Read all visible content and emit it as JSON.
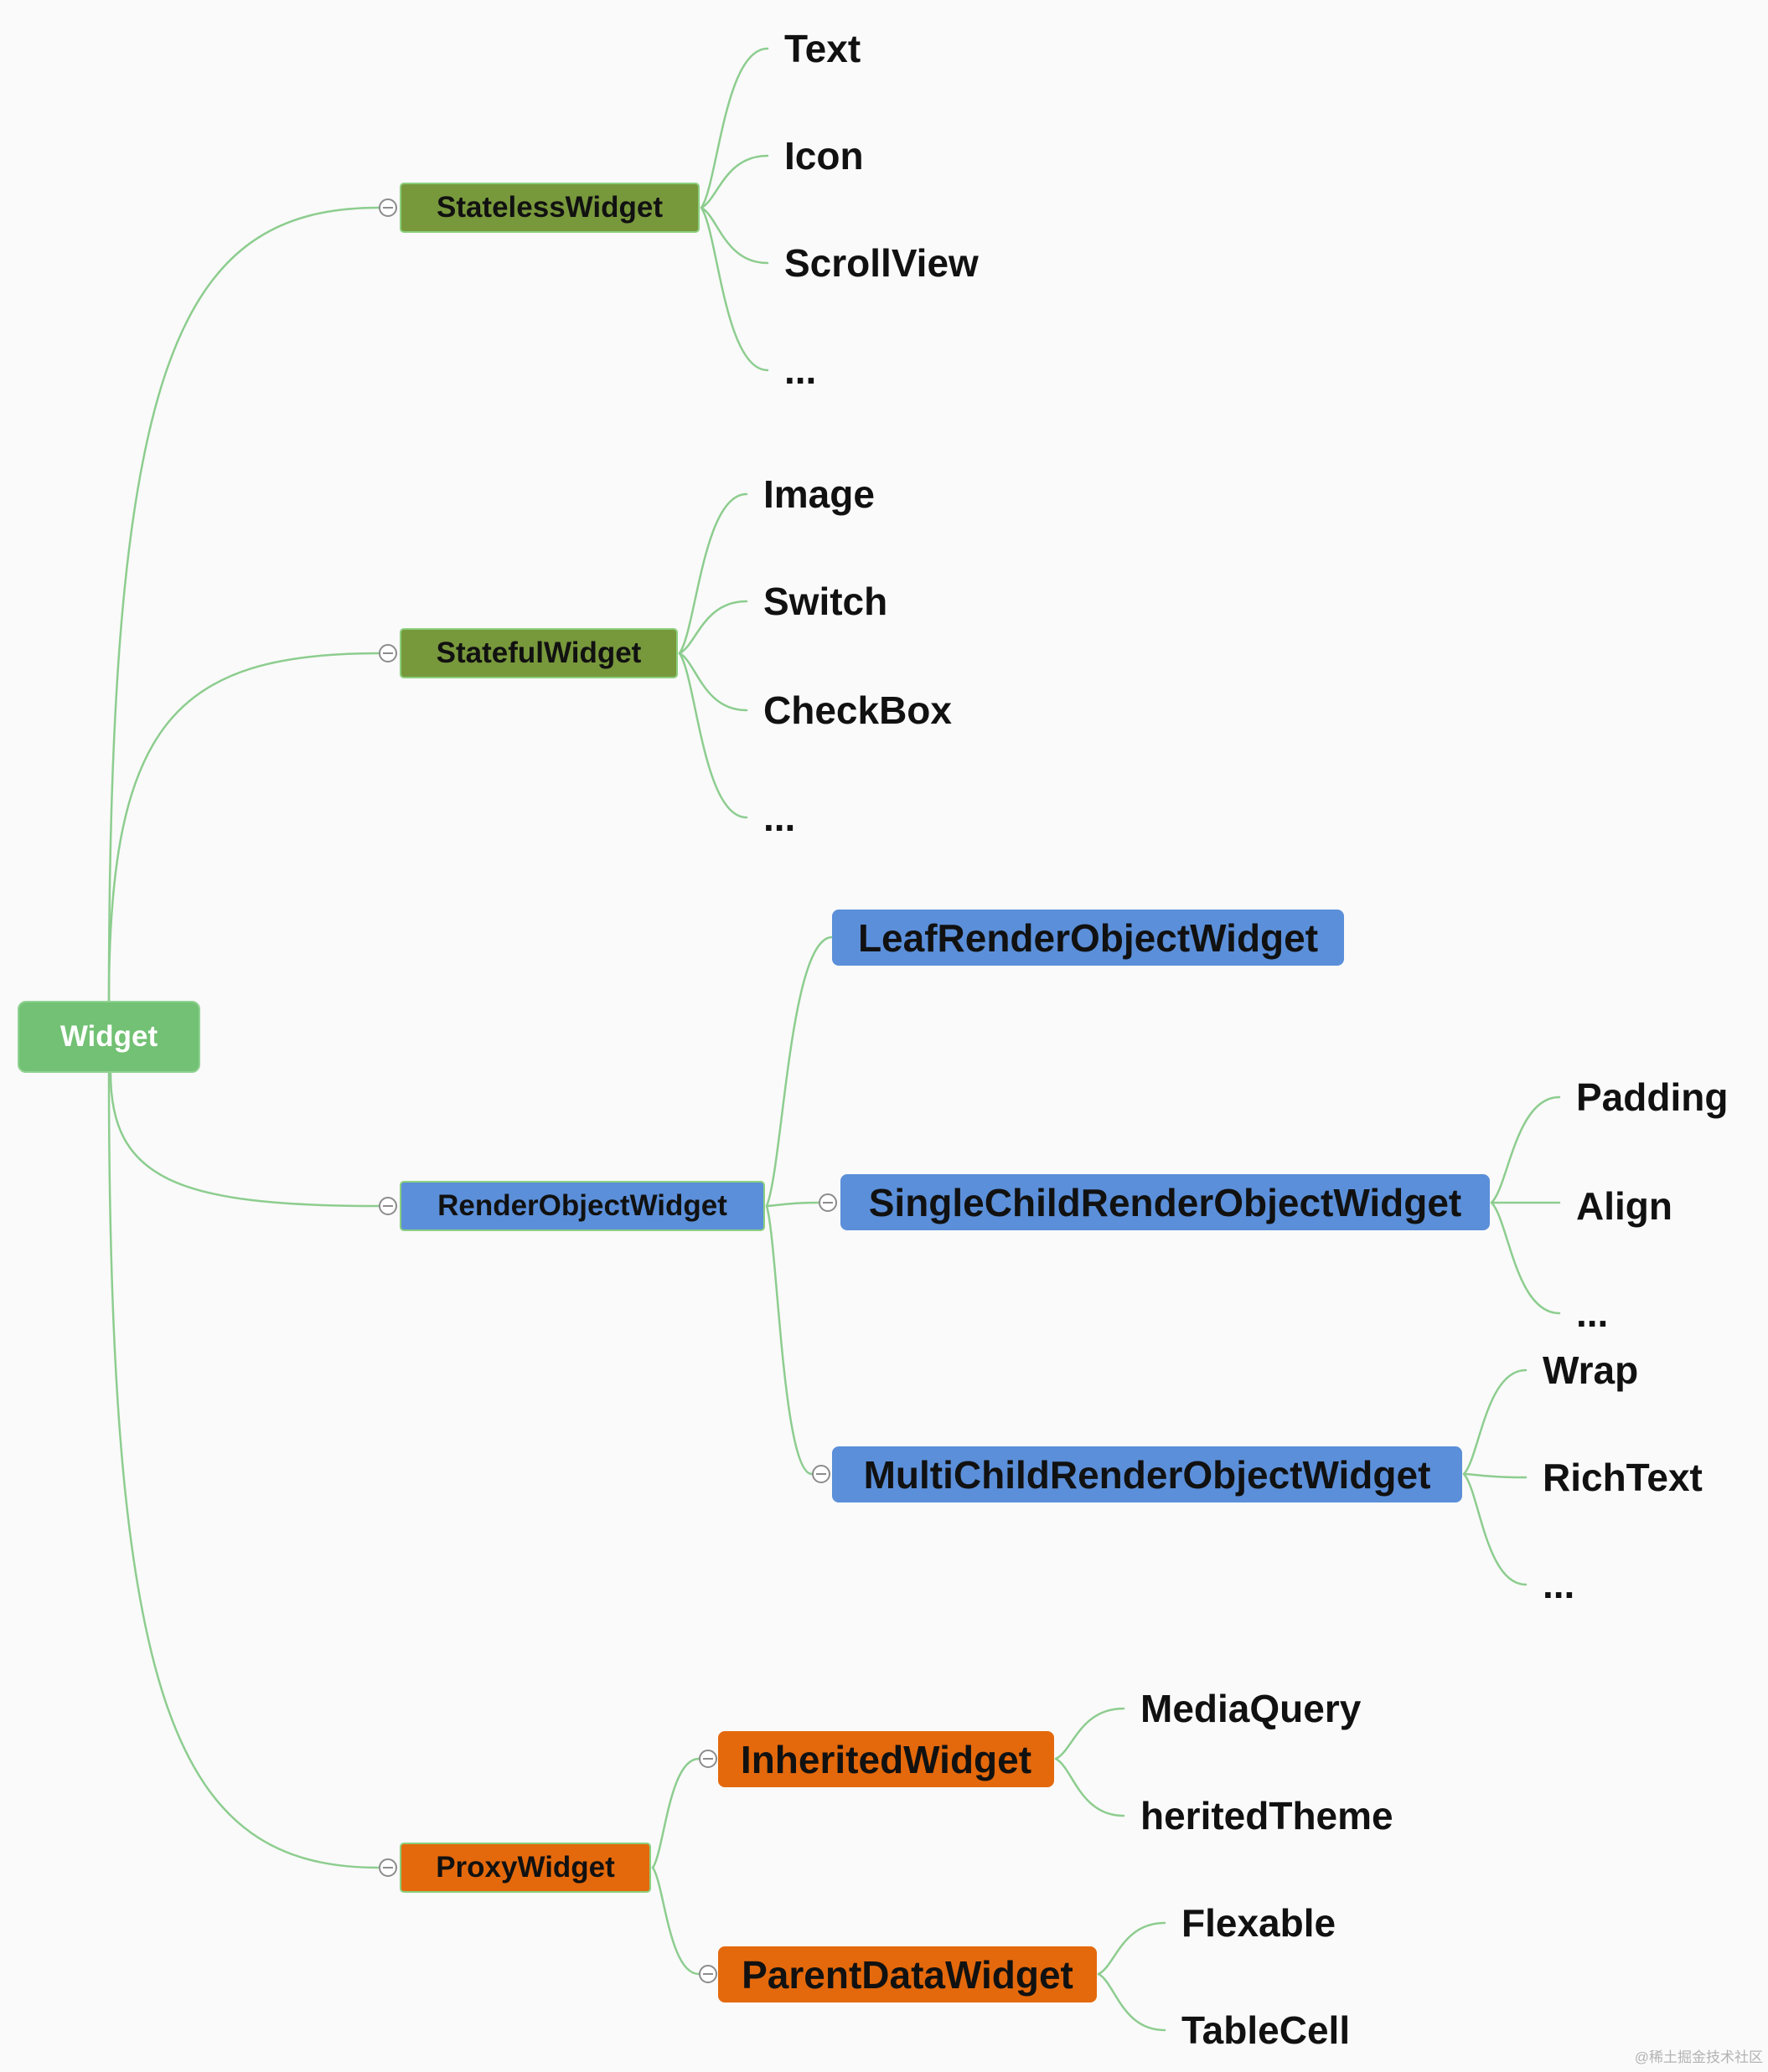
{
  "root": {
    "label": "Widget",
    "color": "#72c174"
  },
  "line_color": "#8dcd8f",
  "collapse_icon": "minus-circle-icon",
  "branches": [
    {
      "label": "StatelessWidget",
      "color": "#78983c",
      "children": [
        {
          "label": "Text"
        },
        {
          "label": "Icon"
        },
        {
          "label": "ScrollView"
        },
        {
          "label": "..."
        }
      ]
    },
    {
      "label": "StatefulWidget",
      "color": "#78983c",
      "children": [
        {
          "label": "Image"
        },
        {
          "label": "Switch"
        },
        {
          "label": "CheckBox"
        },
        {
          "label": "..."
        }
      ]
    },
    {
      "label": "RenderObjectWidget",
      "color": "#5b8fd9",
      "children": [
        {
          "label": "LeafRenderObjectWidget",
          "color": "#5b8fd9",
          "children": []
        },
        {
          "label": "SingleChildRenderObjectWidget",
          "color": "#5b8fd9",
          "children": [
            {
              "label": "Padding"
            },
            {
              "label": "Align"
            },
            {
              "label": "..."
            }
          ]
        },
        {
          "label": "MultiChildRenderObjectWidget",
          "color": "#5b8fd9",
          "children": [
            {
              "label": "Wrap"
            },
            {
              "label": "RichText"
            },
            {
              "label": "..."
            }
          ]
        }
      ]
    },
    {
      "label": "ProxyWidget",
      "color": "#e4690c",
      "children": [
        {
          "label": "InheritedWidget",
          "color": "#e4690c",
          "children": [
            {
              "label": "MediaQuery"
            },
            {
              "label": "heritedTheme"
            }
          ]
        },
        {
          "label": "ParentDataWidget",
          "color": "#e4690c",
          "children": [
            {
              "label": "Flexable"
            },
            {
              "label": "TableCell"
            }
          ]
        }
      ]
    }
  ],
  "watermark": "@稀土掘金技术社区"
}
